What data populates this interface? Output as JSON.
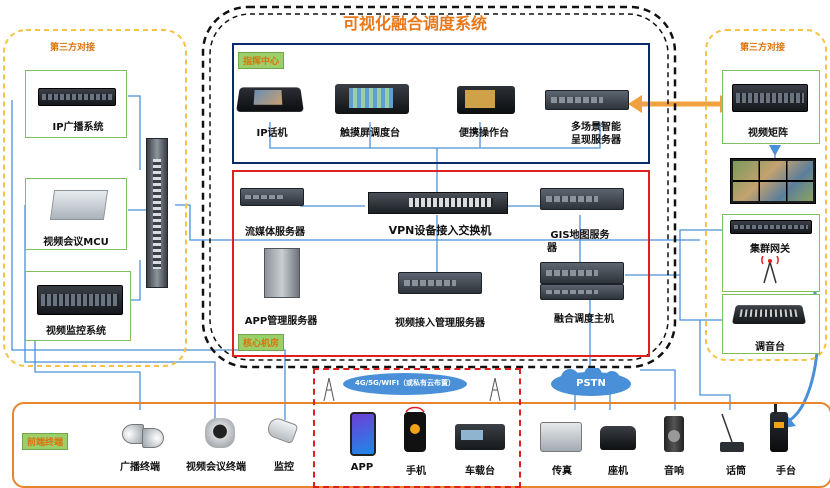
{
  "title": "可视化融合调度系统",
  "left_panel": {
    "title": "第三方对接",
    "items": [
      "IP广播系统",
      "视频会议MCU",
      "视频监控系统"
    ]
  },
  "right_panel": {
    "title": "第三方对接",
    "items": [
      "视频矩阵",
      "集群网关",
      "调音台"
    ]
  },
  "command_center": {
    "tag": "指挥中心",
    "items": [
      "IP话机",
      "触摸屏调度台",
      "便携操作台",
      "多场景智能",
      "呈现服务器"
    ]
  },
  "core_room": {
    "tag": "核心机房",
    "items": [
      "流媒体服务器",
      "VPN设备接入交换机",
      "GIS地图服务",
      "器",
      "APP管理服务器",
      "视频接入管理服务器",
      "融合调度主机"
    ]
  },
  "network": {
    "wireless": "4G/5G/WIFI（或私有云布置）",
    "pstn": "PSTN"
  },
  "terminals": {
    "tag": "前端终端",
    "items": [
      "广播终端",
      "视频会议终端",
      "监控",
      "APP",
      "手机",
      "车载台",
      "传真",
      "座机",
      "音响",
      "话筒",
      "手台"
    ]
  },
  "colors": {
    "title": "#e8781c",
    "navy": "#0a2a6b",
    "red": "#e02020",
    "orange": "#f0a040",
    "yellow": "#f5c242",
    "link_blue": "#4a90d8"
  }
}
